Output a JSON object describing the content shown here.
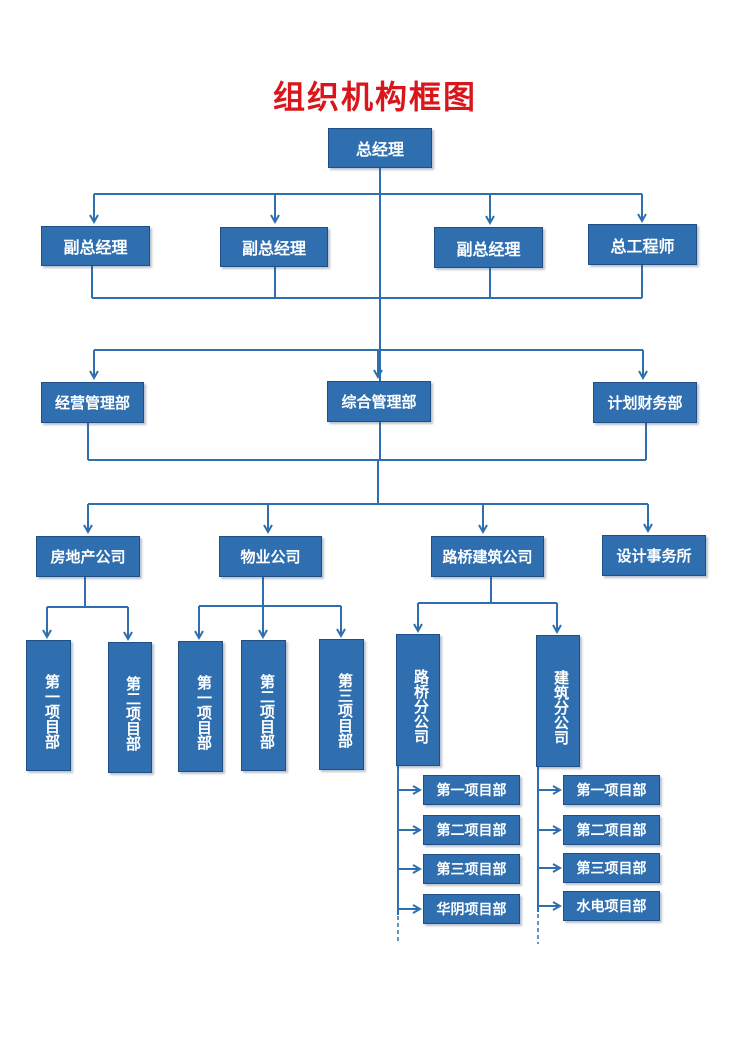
{
  "title": "组织机构框图",
  "colors": {
    "box": "#2f6fb0",
    "line": "#2f6fb0",
    "title": "#d9161c",
    "text": "#ffffff"
  },
  "nodes": {
    "gm": "总经理",
    "vp1": "副总经理",
    "vp2": "副总经理",
    "vp3": "副总经理",
    "chief_engineer": "总工程师",
    "dept_business": "经营管理部",
    "dept_general": "综合管理部",
    "dept_finance": "计划财务部",
    "co_realestate": "房地产公司",
    "co_property": "物业公司",
    "co_bridge": "路桥建筑公司",
    "co_design": "设计事务所",
    "re_proj1": "第一项目部",
    "re_proj2": "第二项目部",
    "pr_proj1": "第一项目部",
    "pr_proj2": "第二项目部",
    "pr_proj3": "第三项目部",
    "branch_bridge": "路桥分公司",
    "branch_build": "建筑分公司",
    "bb_proj1": "第一项目部",
    "bb_proj2": "第二项目部",
    "bb_proj3": "第三项目部",
    "bb_proj4": "华阴项目部",
    "bu_proj1": "第一项目部",
    "bu_proj2": "第二项目部",
    "bu_proj3": "第三项目部",
    "bu_proj4": "水电项目部"
  }
}
